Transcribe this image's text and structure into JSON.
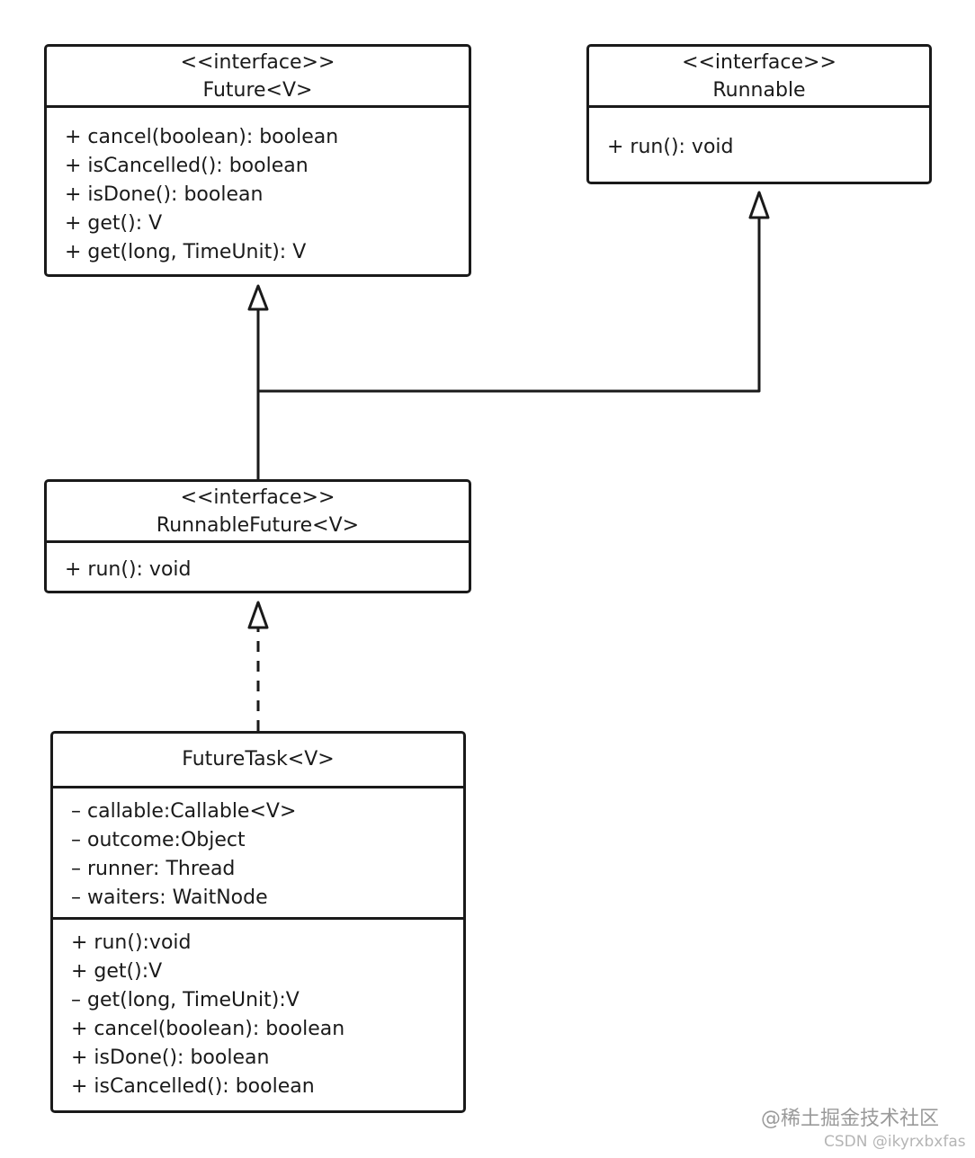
{
  "diagram": {
    "future": {
      "stereotype": "<<interface>>",
      "name": "Future<V>",
      "methods": [
        "+ cancel(boolean): boolean",
        "+ isCancelled(): boolean",
        "+ isDone(): boolean",
        "+ get(): V",
        "+ get(long, TimeUnit): V"
      ]
    },
    "runnable": {
      "stereotype": "<<interface>>",
      "name": "Runnable",
      "methods": [
        "+ run(): void"
      ]
    },
    "runnable_future": {
      "stereotype": "<<interface>>",
      "name": "RunnableFuture<V>",
      "methods": [
        "+ run(): void"
      ]
    },
    "future_task": {
      "name": "FutureTask<V>",
      "fields": [
        "– callable:Callable<V>",
        "– outcome:Object",
        "– runner: Thread",
        "– waiters: WaitNode"
      ],
      "methods": [
        "+ run():void",
        "+ get():V",
        "– get(long, TimeUnit):V",
        "+ cancel(boolean): boolean",
        "+ isDone(): boolean",
        "+ isCancelled(): boolean"
      ]
    }
  },
  "watermarks": {
    "juejin": "@稀土掘金技术社区",
    "csdn": "CSDN @ikyrxbxfas"
  },
  "colors": {
    "stroke": "#1a1a1a",
    "background": "#ffffff",
    "watermark": "#9a9a9a"
  }
}
